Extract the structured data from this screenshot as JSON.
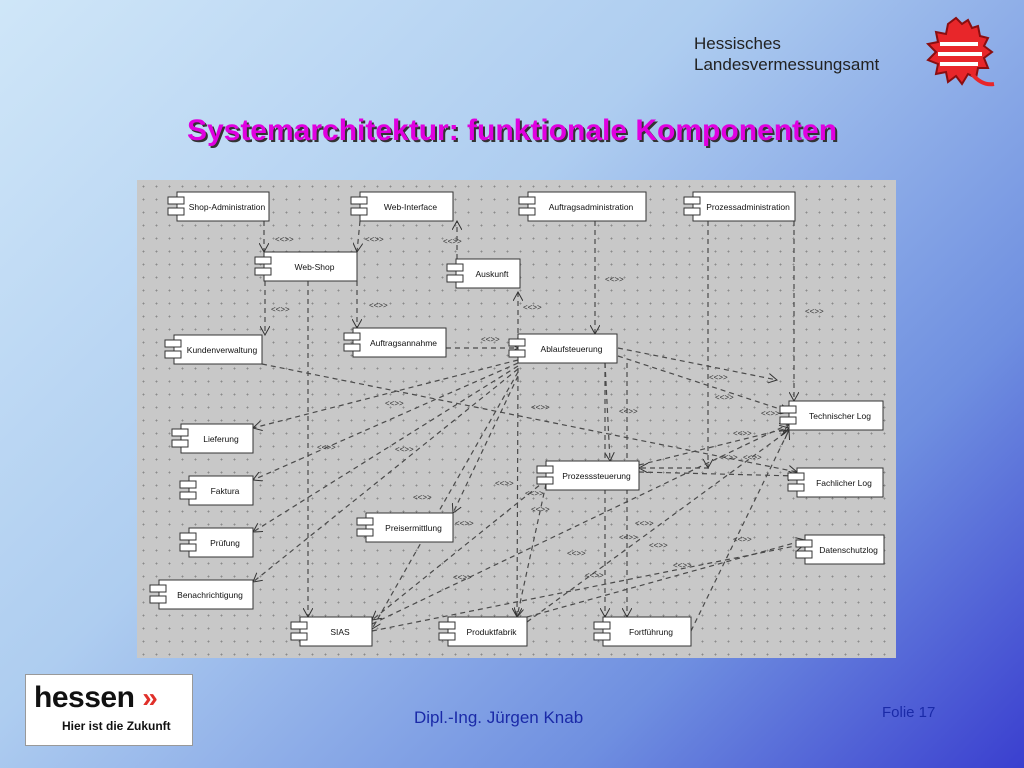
{
  "header": {
    "org_line1": "Hessisches",
    "org_line2": "Landesvermessungsamt",
    "crest_icon": "hessen-lion-crest-icon"
  },
  "title": "Systemarchitektur: funktionale Komponenten",
  "diagram": {
    "dependency_label": "<<>>",
    "components": [
      {
        "id": "shop_admin",
        "label": "Shop-Administration"
      },
      {
        "id": "web_interface",
        "label": "Web-Interface"
      },
      {
        "id": "auftragsadmin",
        "label": "Auftragsadministration"
      },
      {
        "id": "prozessadmin",
        "label": "Prozessadministration"
      },
      {
        "id": "web_shop",
        "label": "Web-Shop"
      },
      {
        "id": "auskunft",
        "label": "Auskunft"
      },
      {
        "id": "kundenverwaltung",
        "label": "Kundenverwaltung"
      },
      {
        "id": "auftragsannahme",
        "label": "Auftragsannahme"
      },
      {
        "id": "ablaufsteuerung",
        "label": "Ablaufsteuerung"
      },
      {
        "id": "technischer_log",
        "label": "Technischer Log"
      },
      {
        "id": "lieferung",
        "label": "Lieferung"
      },
      {
        "id": "prozesssteuerung",
        "label": "Prozesssteuerung"
      },
      {
        "id": "fachlicher_log",
        "label": "Fachlicher Log"
      },
      {
        "id": "faktura",
        "label": "Faktura"
      },
      {
        "id": "preisermittlung",
        "label": "Preisermittlung"
      },
      {
        "id": "pruefung",
        "label": "Prüfung"
      },
      {
        "id": "datenschutzlog",
        "label": "Datenschutzlog"
      },
      {
        "id": "benachrichtigung",
        "label": "Benachrichtigung"
      },
      {
        "id": "sias",
        "label": "SIAS"
      },
      {
        "id": "produktfabrik",
        "label": "Produktfabrik"
      },
      {
        "id": "fortfuehrung",
        "label": "Fortführung"
      }
    ]
  },
  "footer": {
    "logo_word": "hessen",
    "logo_chevrons": "»",
    "logo_tagline": "Hier ist die Zukunft",
    "author": "Dipl.-Ing. Jürgen Knab",
    "slide": "Folie 17"
  }
}
